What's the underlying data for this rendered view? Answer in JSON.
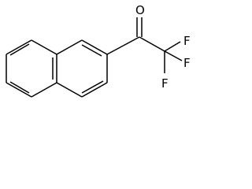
{
  "structure": {
    "atom_labels": {
      "oxygen": "O",
      "fluorine_1": "F",
      "fluorine_2": "F",
      "fluorine_3": "F"
    }
  }
}
